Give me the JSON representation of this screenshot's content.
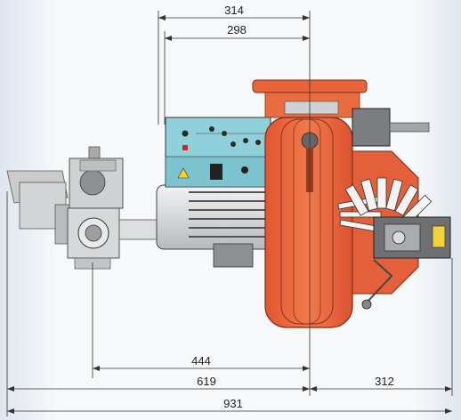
{
  "dimensions": {
    "top_outer": "314",
    "top_inner": "298",
    "bottom_444": "444",
    "bottom_619": "619",
    "bottom_312": "312",
    "bottom_931": "931"
  },
  "colors": {
    "burner_body": "#e8643a",
    "burner_dark": "#c9482a",
    "motor_grey": "#d7d9dc",
    "panel_teal": "#7fc9d4",
    "gas_train": "#c8cacc",
    "dimension_line": "#333333",
    "background_fade": "#e6ecf3"
  }
}
